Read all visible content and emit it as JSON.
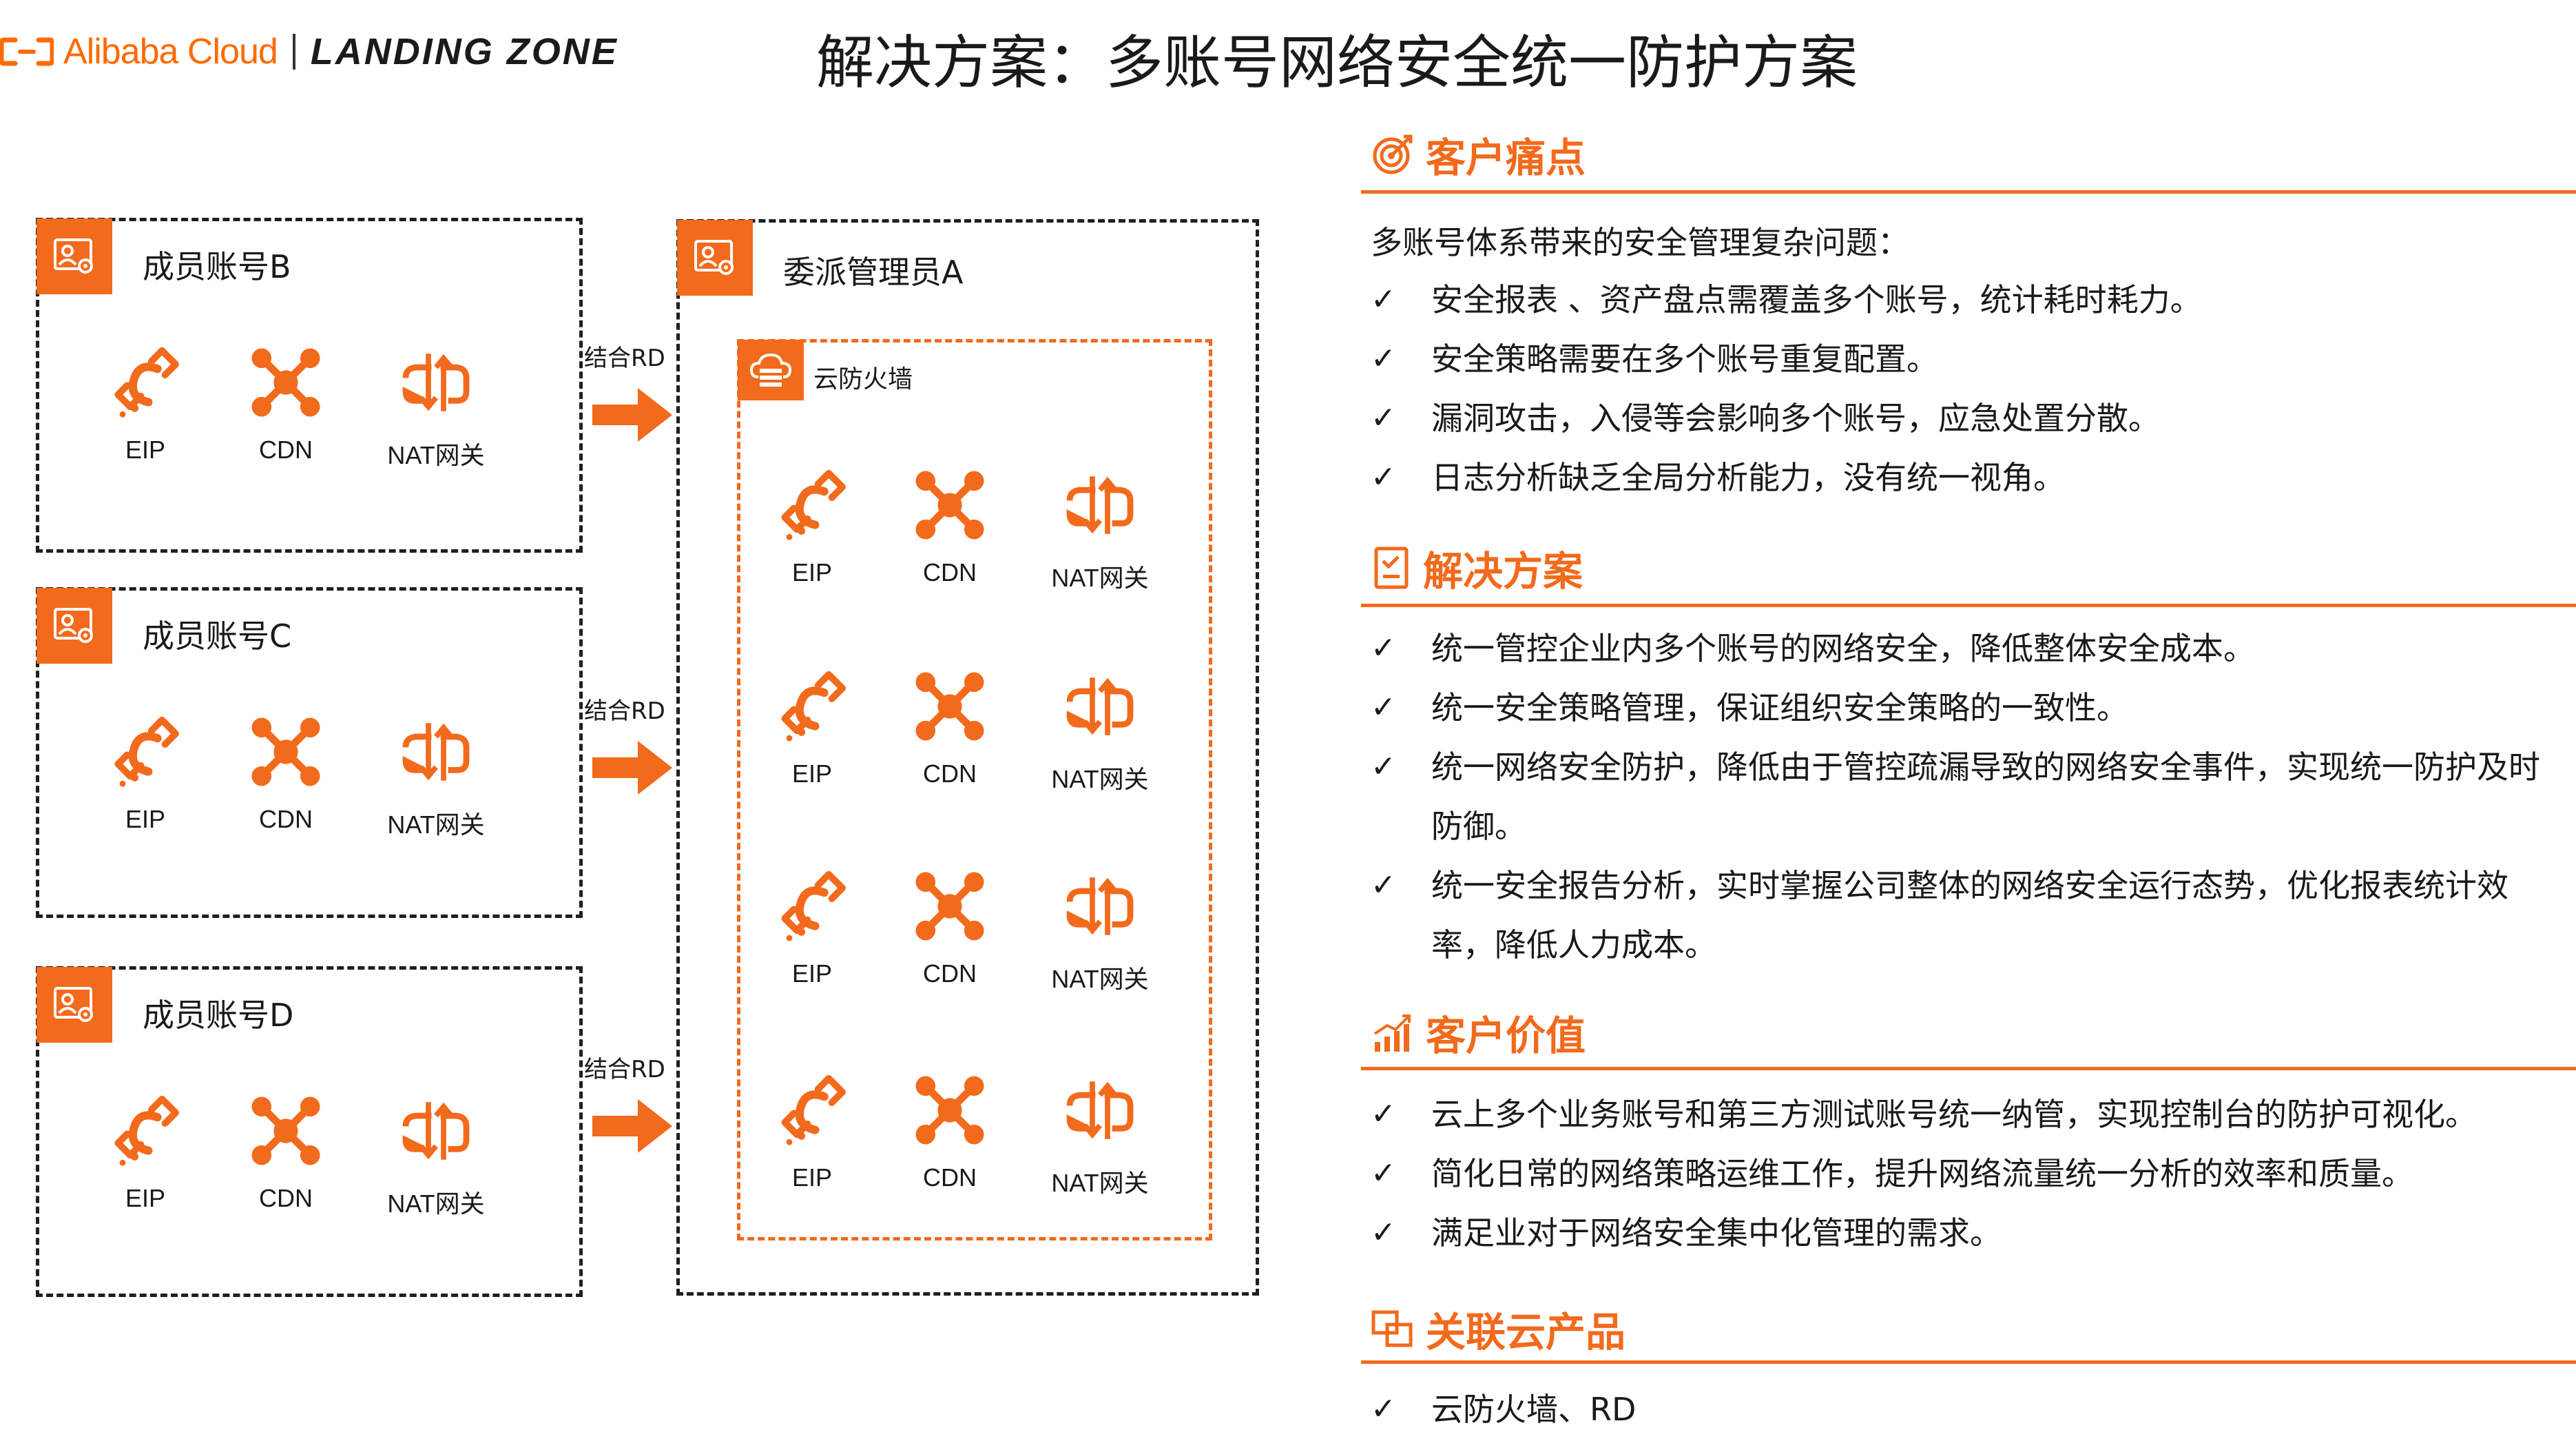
{
  "header": {
    "brand_name": "Alibaba Cloud",
    "product_name": "LANDING ZONE",
    "page_title": "解决方案：多账号网络安全统一防护方案"
  },
  "diagram": {
    "member_accounts": [
      {
        "title": "成员账号B",
        "resources": [
          "EIP",
          "CDN",
          "NAT网关"
        ]
      },
      {
        "title": "成员账号C",
        "resources": [
          "EIP",
          "CDN",
          "NAT网关"
        ]
      },
      {
        "title": "成员账号D",
        "resources": [
          "EIP",
          "CDN",
          "NAT网关"
        ]
      }
    ],
    "connector_label": "结合RD",
    "admin_account": {
      "title": "委派管理员A"
    },
    "firewall": {
      "title": "云防火墙",
      "rows": [
        [
          "EIP",
          "CDN",
          "NAT网关"
        ],
        [
          "EIP",
          "CDN",
          "NAT网关"
        ],
        [
          "EIP",
          "CDN",
          "NAT网关"
        ],
        [
          "EIP",
          "CDN",
          "NAT网关"
        ]
      ]
    },
    "icon_names": {
      "account": "account-settings-icon",
      "eip": "eip-icon",
      "cdn": "cdn-icon",
      "nat": "nat-gateway-icon",
      "firewall": "cloud-firewall-icon"
    }
  },
  "panel": {
    "pain_points": {
      "title": "客户痛点",
      "intro": "多账号体系带来的安全管理复杂问题：",
      "items": [
        "安全报表 、资产盘点需覆盖多个账号，统计耗时耗力。",
        "安全策略需要在多个账号重复配置。",
        "漏洞攻击，入侵等会影响多个账号，应急处置分散。",
        "日志分析缺乏全局分析能力，没有统一视角。"
      ]
    },
    "solution": {
      "title": "解决方案",
      "items": [
        "统一管控企业内多个账号的网络安全，降低整体安全成本。",
        "统一安全策略管理，保证组织安全策略的一致性。",
        "统一网络安全防护，降低由于管控疏漏导致的网络安全事件，实现统一防护及时防御。",
        "统一安全报告分析，实时掌握公司整体的网络安全运行态势，优化报表统计效率，降低人力成本。"
      ]
    },
    "value": {
      "title": "客户价值",
      "items": [
        "云上多个业务账号和第三方测试账号统一纳管，实现控制台的防护可视化。",
        "简化日常的网络策略运维工作，提升网络流量统一分析的效率和质量。",
        "满足业对于网络安全集中化管理的需求。"
      ]
    },
    "products": {
      "title": "关联云产品",
      "items": [
        "云防火墙、RD"
      ]
    },
    "check_mark": "✓"
  },
  "colors": {
    "accent": "#f26a1c",
    "brand_orange": "#ff6a00",
    "text": "#1a1a1a"
  }
}
